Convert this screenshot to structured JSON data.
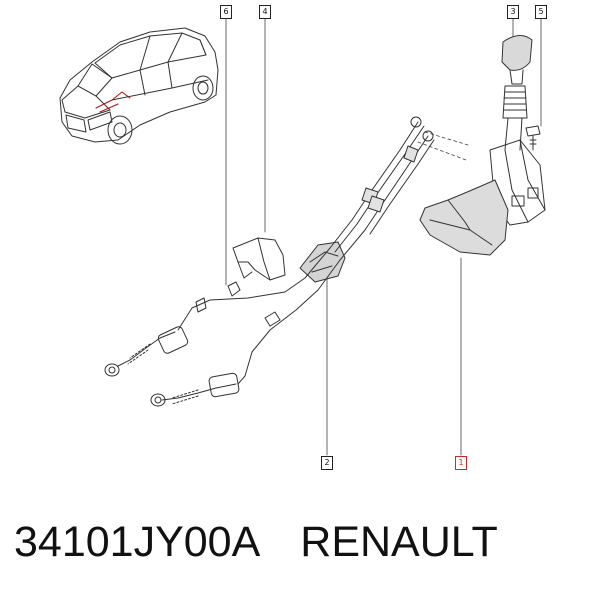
{
  "callouts": {
    "c6": "6",
    "c4": "4",
    "c3": "3",
    "c5": "5",
    "c2": "2",
    "c1": "1"
  },
  "caption": {
    "part_number": "34101JY00A",
    "brand": "RENAULT"
  },
  "colors": {
    "line": "#333333",
    "highlight": "#d22222"
  }
}
